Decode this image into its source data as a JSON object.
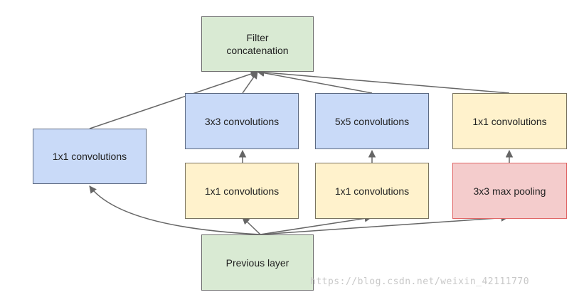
{
  "nodes": {
    "filter_concat": "Filter\nconcatenation",
    "left_1x1": "1x1 convolutions",
    "conv3x3": "3x3 convolutions",
    "conv5x5": "5x5 convolutions",
    "right_1x1": "1x1 convolutions",
    "reduce_3x3": "1x1 convolutions",
    "reduce_5x5": "1x1 convolutions",
    "maxpool": "3x3 max pooling",
    "previous_layer": "Previous layer"
  },
  "colors": {
    "green": "#d9ead3",
    "blue": "#c9daf8",
    "yellow": "#fff2cc",
    "red": "#f4cccc",
    "arrow": "#666666"
  },
  "watermark": "https://blog.csdn.net/weixin_42111770"
}
